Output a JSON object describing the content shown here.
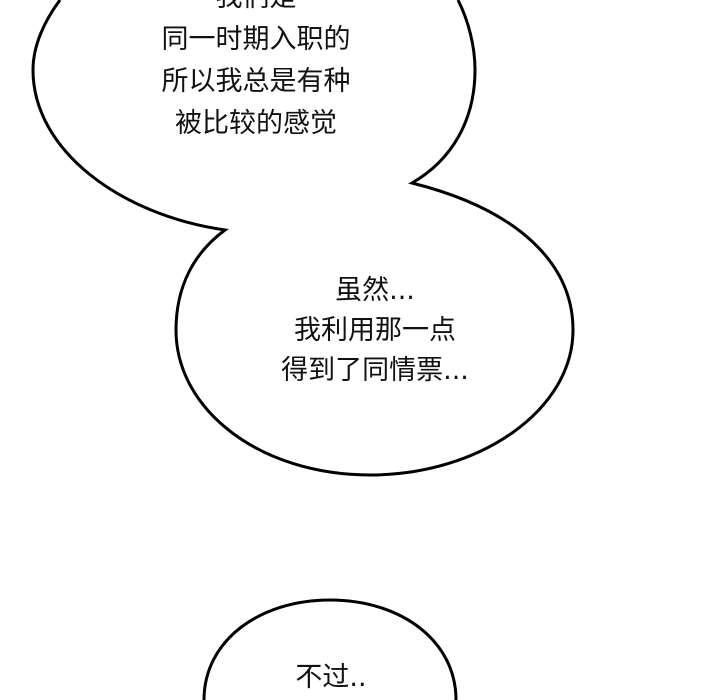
{
  "bubbles": [
    {
      "lines": [
        "我们是",
        "同一时期入职的",
        "所以我总是有种",
        "被比较的感觉"
      ]
    },
    {
      "lines": [
        "虽然...",
        "我利用那一点",
        "得到了同情票..."
      ]
    },
    {
      "lines": [
        "不过.."
      ]
    }
  ],
  "colors": {
    "background": "#ffffff",
    "outline": "#000000",
    "text": "#111111"
  }
}
